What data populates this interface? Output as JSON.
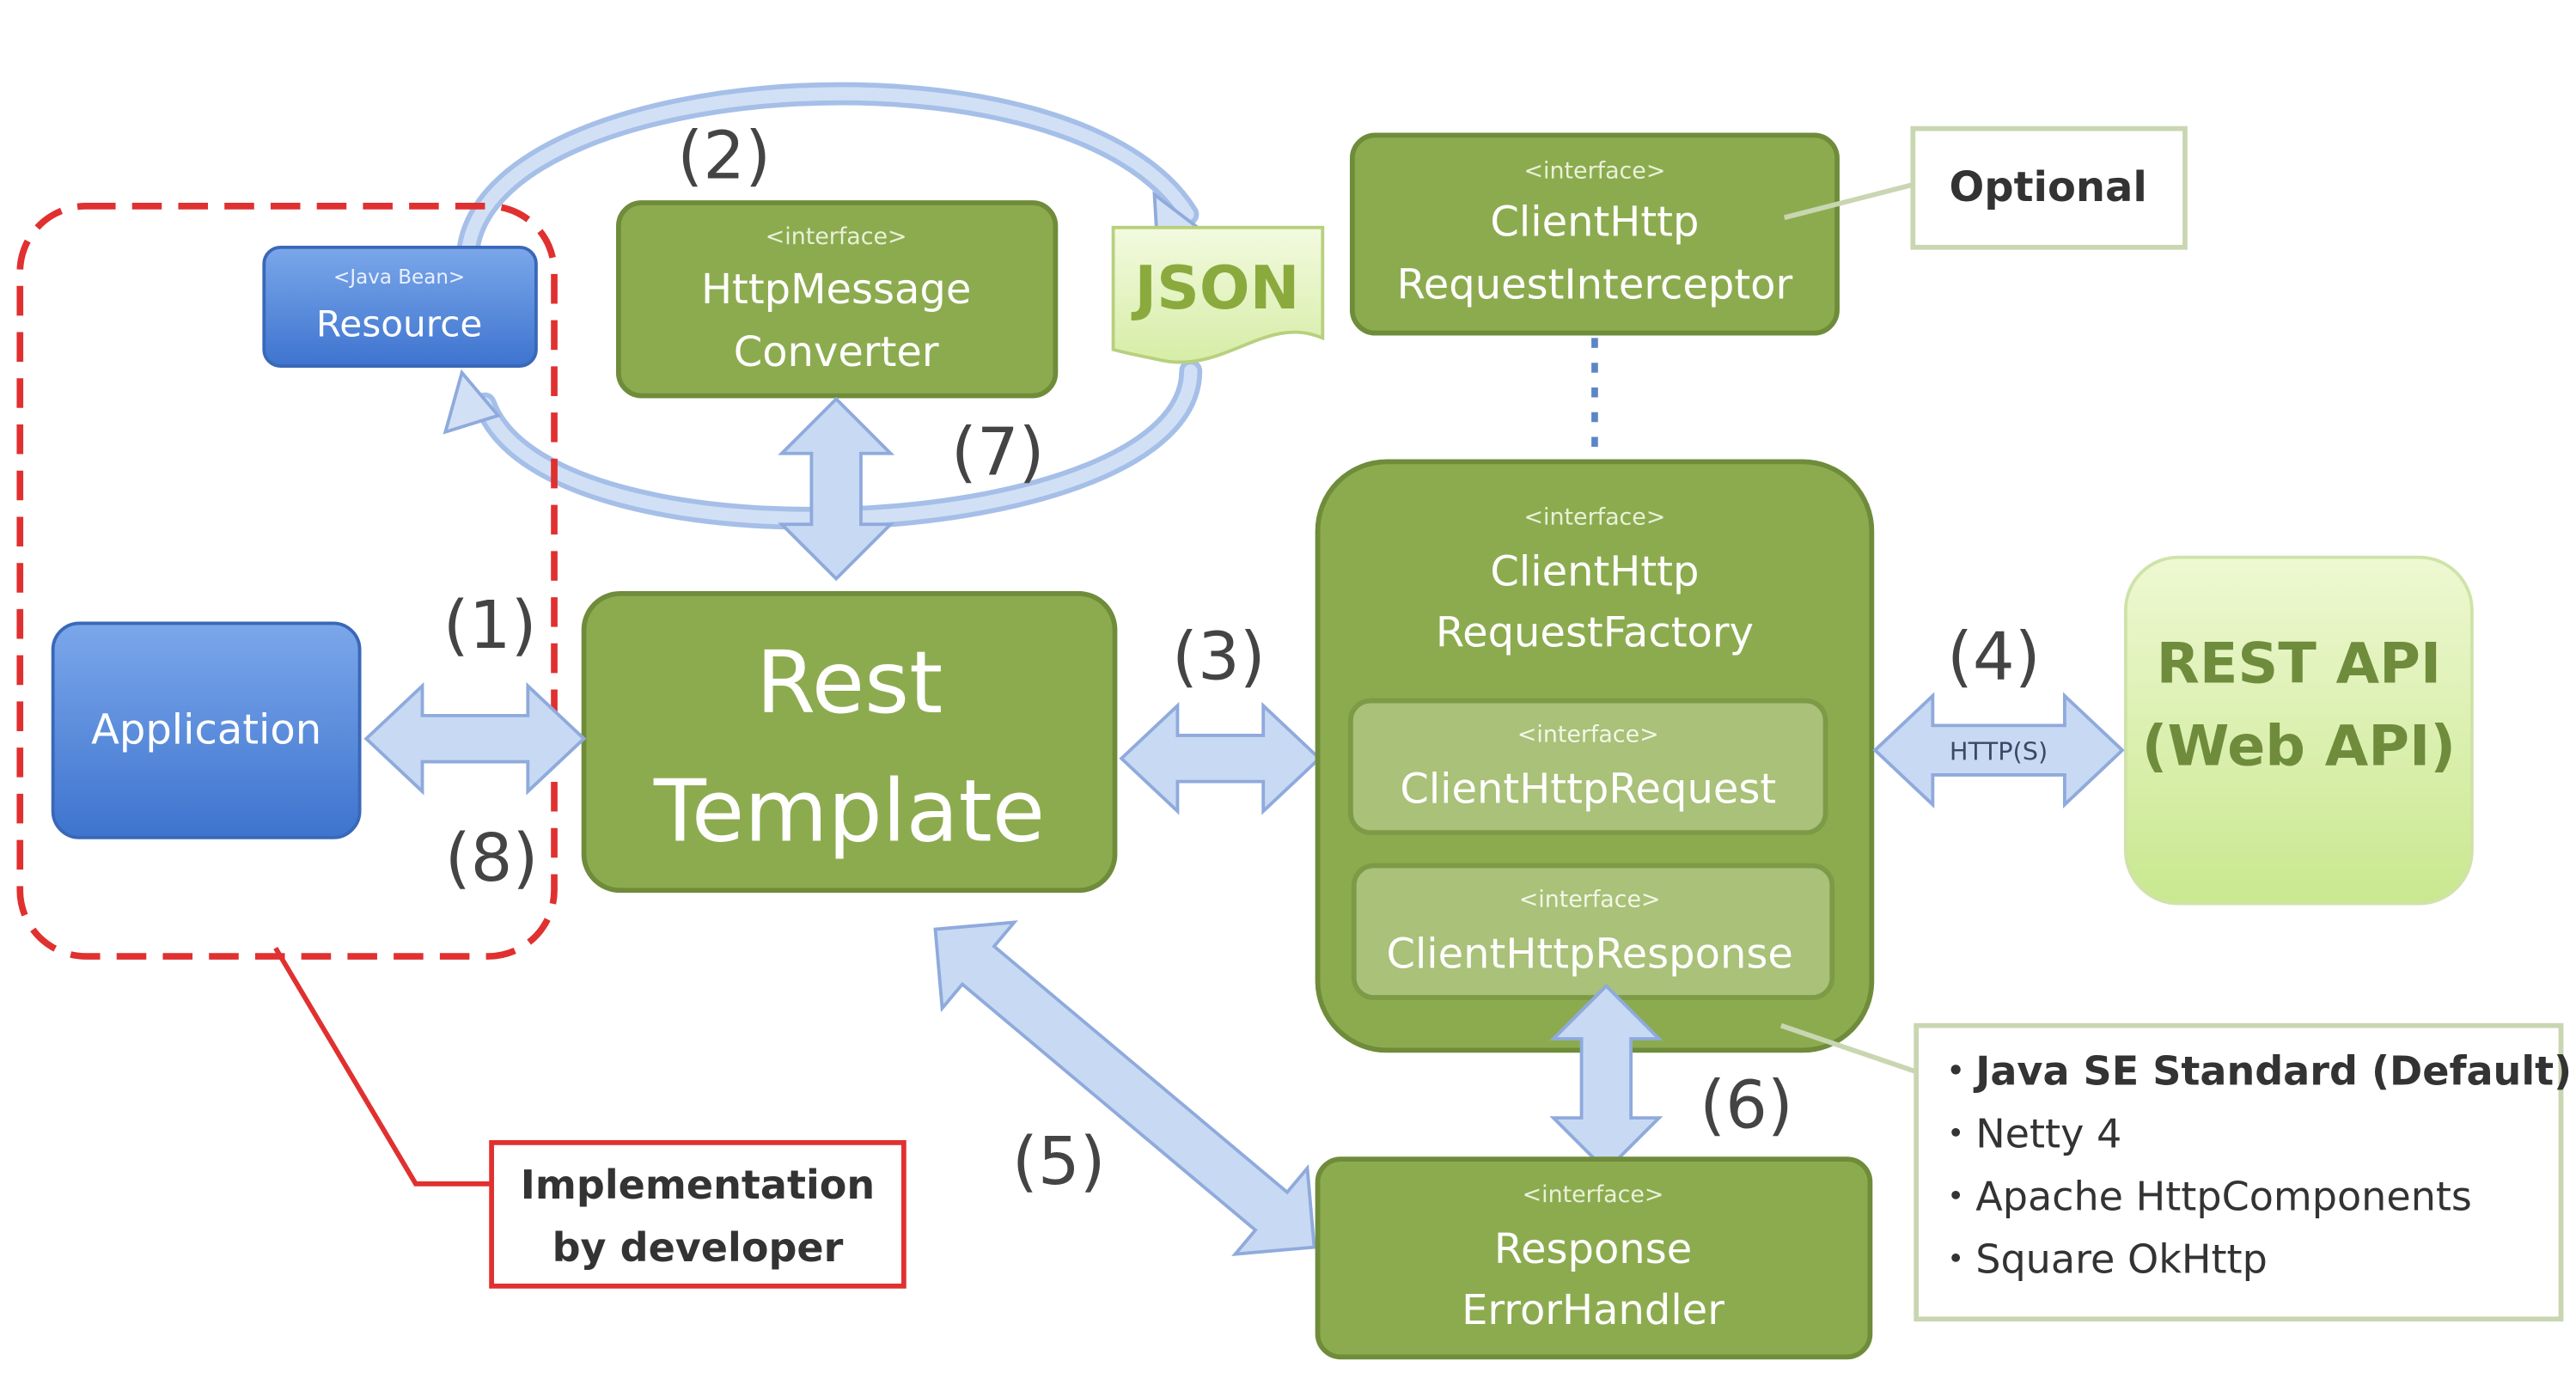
{
  "colors": {
    "green_box": "#8CAB4F",
    "green_border": "#6E8C3A",
    "inner_box": "#A9C178",
    "blue_box": "#4F86DA",
    "arrow_fill": "#C8D9F3",
    "arrow_stroke": "#8FAADC",
    "callout_border": "#C9D6B2",
    "dashed_red": "#E03030",
    "rest_api_fill": "#D8EFA8",
    "rest_api_text": "#6F8C3C"
  },
  "stereotype": {
    "interface": "<interface>",
    "java_bean": "<Java Bean>"
  },
  "boxes": {
    "resource": "Resource",
    "application": "Application",
    "http_message_converter": [
      "HttpMessage",
      "Converter"
    ],
    "rest_template": [
      "Rest",
      "Template"
    ],
    "client_http_request_interceptor": [
      "ClientHttp",
      "RequestInterceptor"
    ],
    "client_http_request_factory": [
      "ClientHttp",
      "RequestFactory"
    ],
    "client_http_request": "ClientHttpRequest",
    "client_http_response": "ClientHttpResponse",
    "response_error_handler": [
      "Response",
      "ErrorHandler"
    ],
    "rest_api": [
      "REST API",
      "(Web API)"
    ],
    "json": "JSON"
  },
  "steps": [
    "(1)",
    "(2)",
    "(3)",
    "(4)",
    "(5)",
    "(6)",
    "(7)",
    "(8)"
  ],
  "http_label": "HTTP(S)",
  "callouts": {
    "optional": "Optional",
    "implementation": [
      "Implementation",
      "by developer"
    ],
    "implementations": [
      "・Java SE Standard (Default)",
      "・Netty 4",
      "・Apache HttpComponents",
      "・Square OkHttp"
    ]
  }
}
